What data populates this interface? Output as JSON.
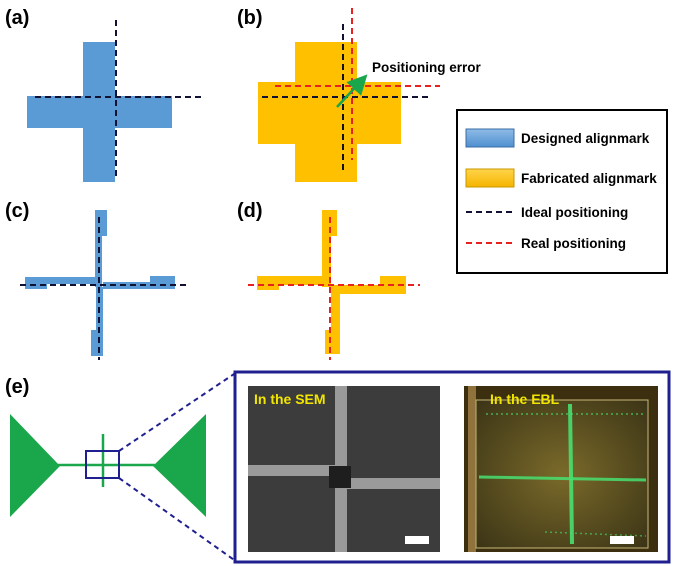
{
  "panels": {
    "a": "(a)",
    "b": "(b)",
    "c": "(c)",
    "d": "(d)",
    "e": "(e)"
  },
  "labels": {
    "positioning_error": "Positioning error"
  },
  "legend": {
    "designed": "Designed alignmark",
    "fabricated": "Fabricated alignmark",
    "ideal": "Ideal positioning",
    "real": "Real positioning"
  },
  "images": {
    "sem": "In the SEM",
    "ebl": "In the EBL"
  },
  "colors": {
    "designed": "#5b9bd5",
    "fabricated": "#ffc000",
    "ideal_line": "#111133",
    "real_line": "#e8201e",
    "device": "#1aa64a",
    "zoom_frame": "#1f1f8f",
    "image_label": "#f2e600"
  }
}
